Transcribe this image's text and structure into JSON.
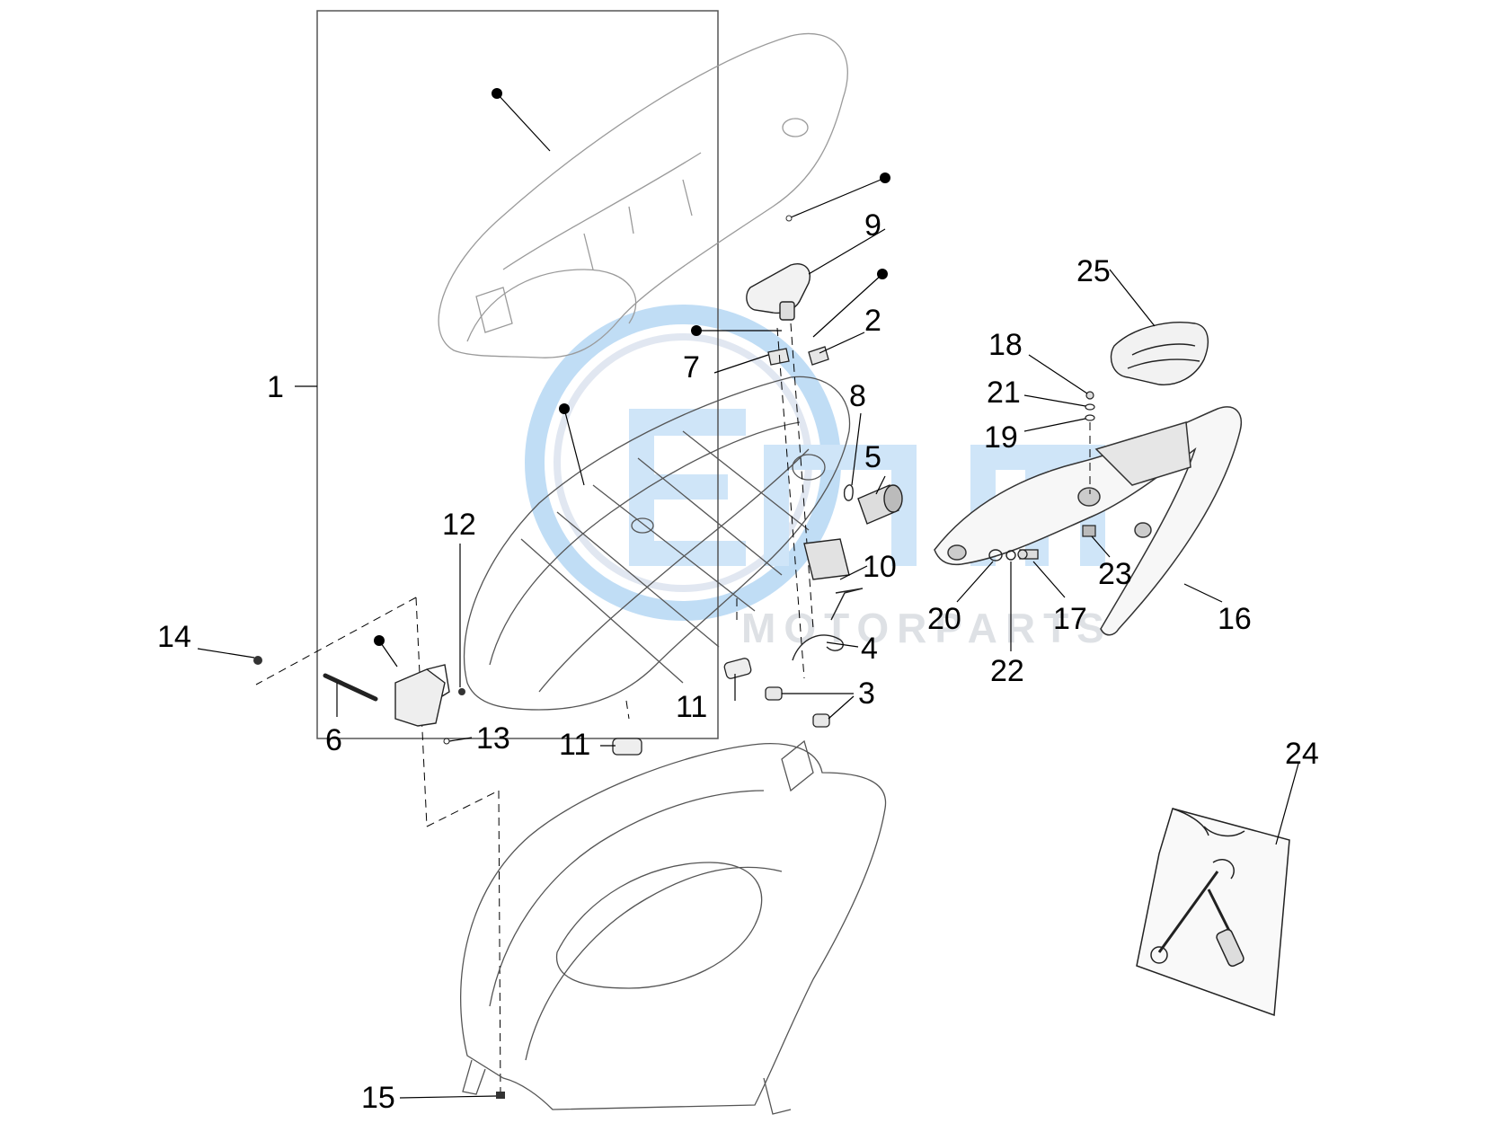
{
  "diagram": {
    "callouts": [
      {
        "id": "c1",
        "text": "1"
      },
      {
        "id": "c2",
        "text": "2"
      },
      {
        "id": "c3",
        "text": "3"
      },
      {
        "id": "c4",
        "text": "4"
      },
      {
        "id": "c5",
        "text": "5"
      },
      {
        "id": "c6",
        "text": "6"
      },
      {
        "id": "c7",
        "text": "7"
      },
      {
        "id": "c8",
        "text": "8"
      },
      {
        "id": "c9",
        "text": "9"
      },
      {
        "id": "c10",
        "text": "10"
      },
      {
        "id": "c11a",
        "text": "11"
      },
      {
        "id": "c11b",
        "text": "11"
      },
      {
        "id": "c12",
        "text": "12"
      },
      {
        "id": "c13",
        "text": "13"
      },
      {
        "id": "c14",
        "text": "14"
      },
      {
        "id": "c15",
        "text": "15"
      },
      {
        "id": "c16",
        "text": "16"
      },
      {
        "id": "c17",
        "text": "17"
      },
      {
        "id": "c18",
        "text": "18"
      },
      {
        "id": "c19",
        "text": "19"
      },
      {
        "id": "c20",
        "text": "20"
      },
      {
        "id": "c21",
        "text": "21"
      },
      {
        "id": "c22",
        "text": "22"
      },
      {
        "id": "c23",
        "text": "23"
      },
      {
        "id": "c24",
        "text": "24"
      },
      {
        "id": "c25",
        "text": "25"
      }
    ]
  },
  "watermark": {
    "logo": "OEM",
    "tagline": "MOTORPARTS",
    "color_ring": "#7fb7e6",
    "color_text": "#9ec9ef",
    "color_tagline": "#c9ced4"
  },
  "colors": {
    "line": "#000000",
    "part_stroke": "#3a3a3a"
  }
}
